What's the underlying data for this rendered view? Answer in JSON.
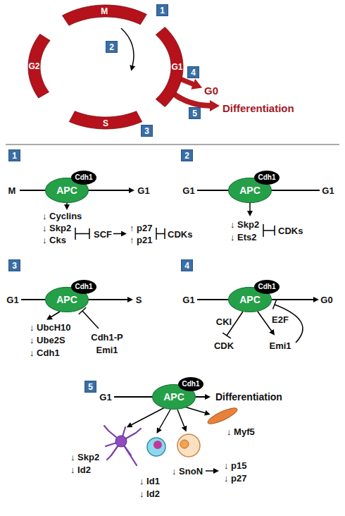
{
  "diagram": {
    "nodes": [
      {
        "text": [
          "M"
        ]
      },
      {
        "text": [
          "1"
        ]
      },
      {
        "text": [
          "G2"
        ]
      },
      {
        "text": [
          "2"
        ]
      },
      {
        "text": [
          "G1"
        ]
      },
      {
        "text": [
          "4"
        ]
      },
      {
        "text": [
          "S"
        ]
      },
      {
        "text": [
          "3"
        ]
      },
      {
        "text": [
          "5"
        ]
      },
      {
        "text": [
          "1"
        ]
      },
      {
        "text": [
          "APC"
        ]
      },
      {
        "text": [
          "Cdh1"
        ],
        "in": 10
      },
      {
        "text": [
          "2"
        ]
      },
      {
        "text": [
          "APC"
        ]
      },
      {
        "text": [
          "Cdh1"
        ],
        "in": 13
      },
      {
        "text": [
          "3"
        ]
      },
      {
        "text": [
          "APC"
        ]
      },
      {
        "text": [
          "Cdh1"
        ],
        "in": 16
      },
      {
        "text": [
          "4"
        ]
      },
      {
        "text": [
          "APC"
        ]
      },
      {
        "text": [
          "Cdh1"
        ],
        "in": 19
      },
      {
        "text": [
          "5"
        ]
      },
      {
        "text": [
          "APC"
        ]
      },
      {
        "text": [
          "Cdh1"
        ],
        "in": 22
      }
    ],
    "labels": [
      "G0",
      "Differentiation",
      "M",
      "G1",
      "↓ Cyclins",
      "↓ Skp2",
      "↓ Cks",
      "SCF",
      "↑ p27",
      "↑ p21",
      "CDKs",
      "G1",
      "G1",
      "↓ Skp2",
      "↓ Ets2",
      "CDKs",
      "G1",
      "S",
      "↓ UbcH10",
      "↓ Ube2S",
      "↓ Cdh1",
      "Cdh1-P",
      "Emi1",
      "G1",
      "G0",
      "CKI",
      "E2F",
      "CDK",
      "Emi1",
      "G1",
      "Differentiation",
      "↓ Skp2",
      "↓ Id2",
      "↓ Id1",
      "↓ Id2",
      "↓ SnoN",
      "↓ p15",
      "↓ p27",
      "↓ Myf5"
    ]
  }
}
